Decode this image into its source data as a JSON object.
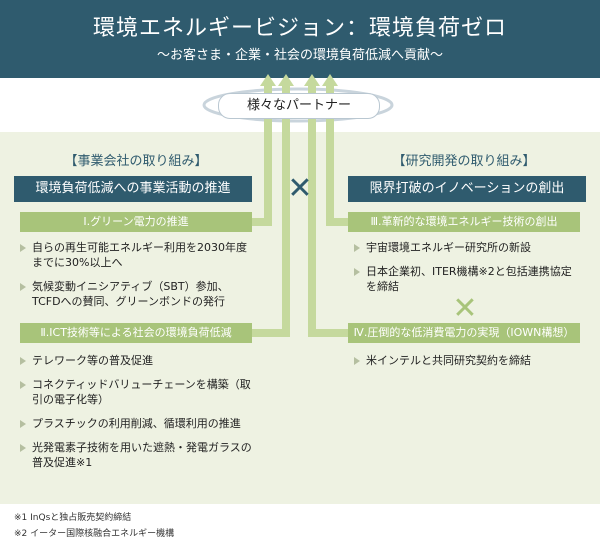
{
  "header": {
    "title": "環境エネルギービジョン：環境負荷ゼロ",
    "subtitle": "〜お客さま・企業・社会の環境負荷低減へ貢献〜"
  },
  "partner": "様々なパートナー",
  "left": {
    "heading": "【事業会社の取り組み】",
    "bar": "環境負荷低減への事業活動の推進",
    "section1": {
      "title": "Ⅰ.グリーン電力の推進",
      "items": [
        "自らの再生可能エネルギー利用を2030年度までに30%以上へ",
        "気候変動イニシアティブ（SBT）参加、TCFDへの賛同、グリーンボンドの発行"
      ]
    },
    "section2": {
      "title": "Ⅱ.ICT技術等による社会の環境負荷低減",
      "items": [
        "テレワーク等の普及促進",
        "コネクティッドバリューチェーンを構築（取引の電子化等）",
        "プラスチックの利用削減、循環利用の推進",
        "光発電素子技術を用いた遮熱・発電ガラスの普及促進※1"
      ]
    }
  },
  "right": {
    "heading": "【研究開発の取り組み】",
    "bar": "限界打破のイノベーションの創出",
    "section1": {
      "title": "Ⅲ.革新的な環境エネルギー技術の創出",
      "items": [
        "宇宙環境エネルギー研究所の新設",
        "日本企業初、ITER機構※2と包括連携協定を締結"
      ]
    },
    "section2": {
      "title": "Ⅳ.圧倒的な低消費電力の実現（IOWN構想）",
      "items": [
        "米インテルと共同研究契約を締結"
      ]
    }
  },
  "symbols": {
    "center_cross": "✕",
    "right_cross": "✕"
  },
  "notes": [
    "※1 InQsと独占販売契約締結",
    "※2 イーター国際核融合エネルギー機構"
  ],
  "colors": {
    "navy": "#2f5b6e",
    "green": "#a8c47a",
    "arrow": "#c5d99d",
    "panel": "#eef2e2"
  }
}
